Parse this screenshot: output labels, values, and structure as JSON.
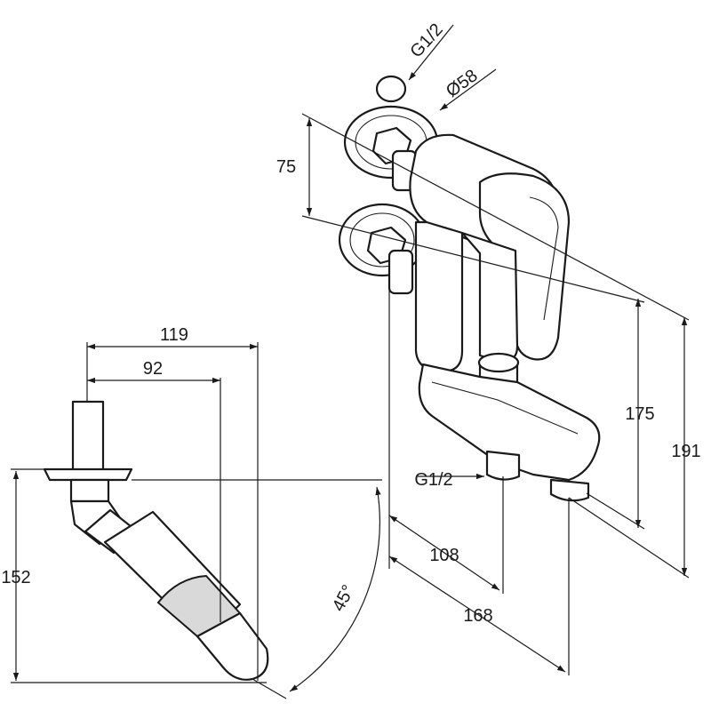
{
  "dimensions": {
    "thread_top": "G1/2",
    "diameter": "Ø58",
    "inlet_spacing": "75",
    "height_175": "175",
    "height_191": "191",
    "thread_bottom": "G1/2",
    "depth_108": "108",
    "depth_168": "168",
    "width_119": "119",
    "width_92": "92",
    "height_152": "152",
    "angle": "45°"
  }
}
